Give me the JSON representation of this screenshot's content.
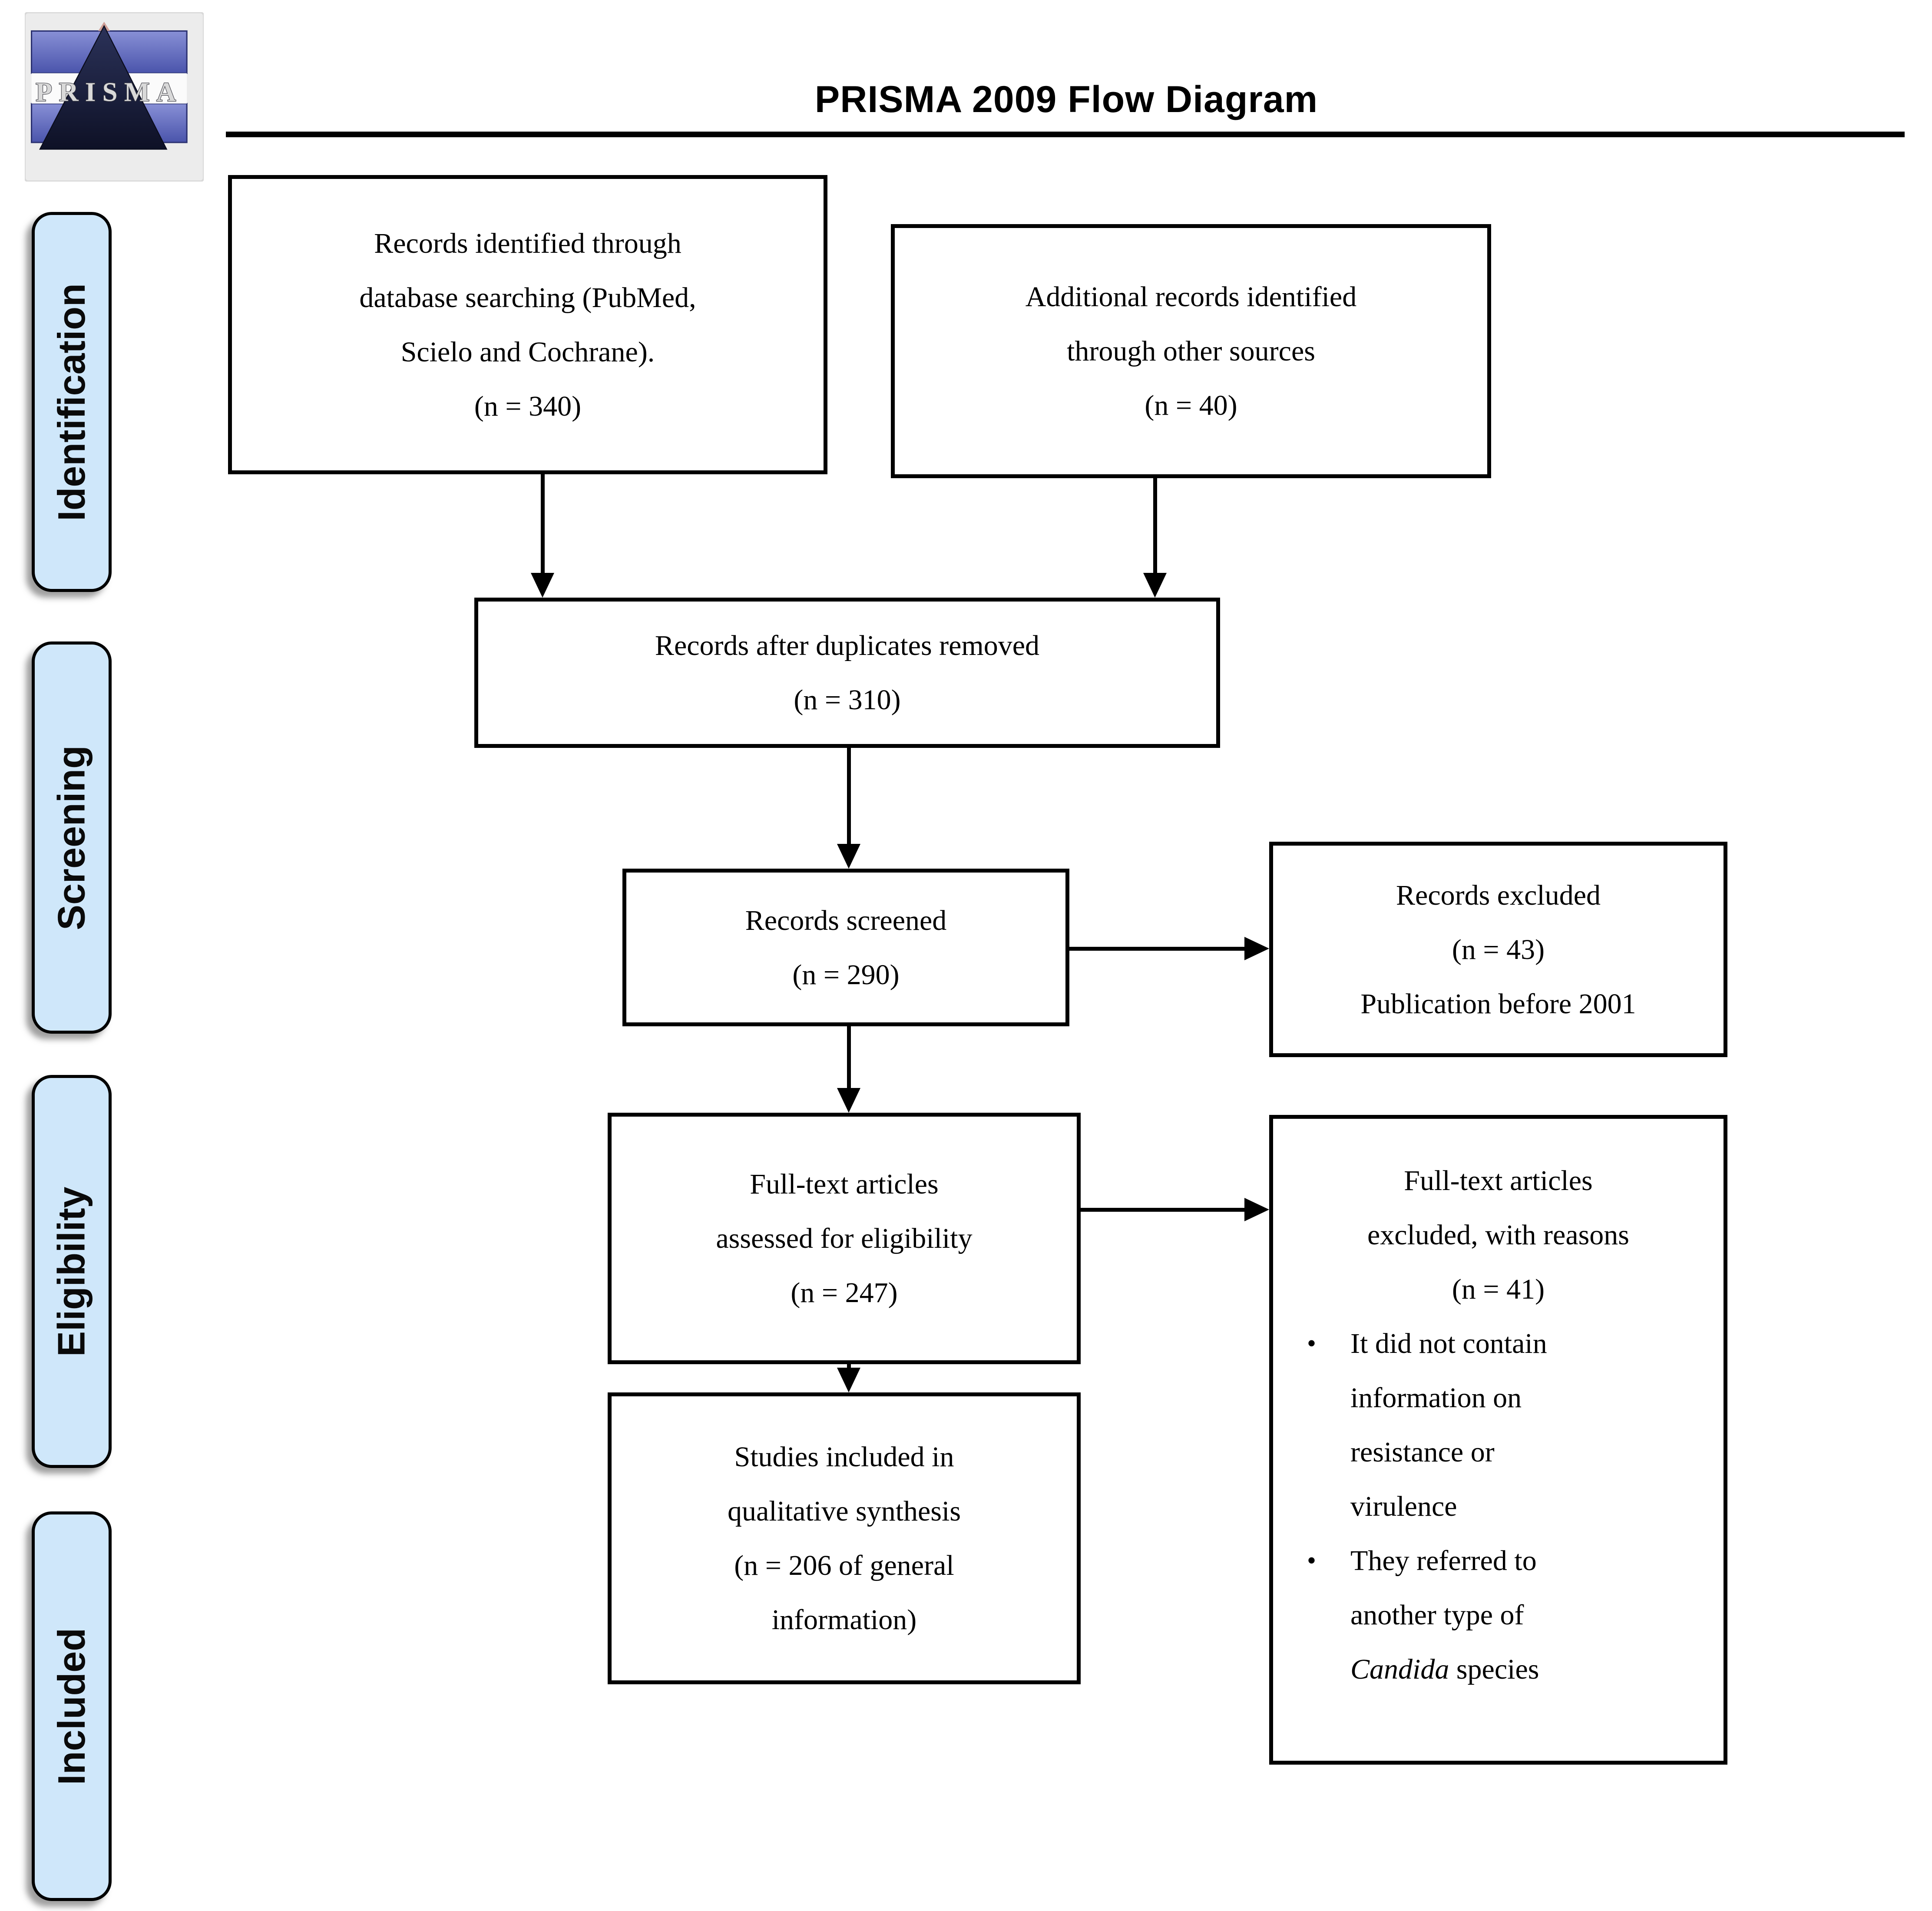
{
  "title": "PRISMA 2009 Flow Diagram",
  "logo": {
    "text": "PRISMA"
  },
  "stages": [
    {
      "label": "Identification"
    },
    {
      "label": "Screening"
    },
    {
      "label": "Eligibility"
    },
    {
      "label": "Included"
    }
  ],
  "boxes": {
    "identified": {
      "lines": [
        "Records identified through",
        "database searching (PubMed,",
        "Scielo and Cochrane).",
        "(n = 340)"
      ]
    },
    "additional": {
      "lines": [
        "Additional records identified",
        "through other sources",
        "(n = 40)"
      ]
    },
    "duplicates_removed": {
      "lines": [
        "Records after duplicates removed",
        "(n = 310)"
      ]
    },
    "screened": {
      "lines": [
        "Records screened",
        "(n = 290)"
      ]
    },
    "records_excluded": {
      "lines": [
        "Records excluded",
        "(n = 43)",
        "Publication before 2001"
      ]
    },
    "fulltext_assessed": {
      "lines": [
        "Full-text articles",
        "assessed for eligibility",
        "(n = 247)"
      ]
    },
    "fulltext_excluded": {
      "heading_lines": [
        "Full-text articles",
        "excluded, with reasons",
        "(n = 41)"
      ],
      "bullet_char": "•",
      "bullets": [
        {
          "lines": [
            "It did not contain",
            "information on",
            "resistance or",
            "virulence"
          ]
        },
        {
          "lines": [
            "They referred to",
            "another type of"
          ],
          "italic_word": "Candida",
          "tail": " species"
        }
      ]
    },
    "included_synthesis": {
      "lines": [
        "Studies included in",
        "qualitative synthesis",
        "(n = 206 of general",
        "information)"
      ]
    }
  },
  "colors": {
    "text_color": "#000000",
    "box_border": "#000000",
    "sidebar_fill": "#cfe7fa",
    "logo_bg": "#ececec",
    "logo_bar_blue_light": "#8890d6",
    "logo_bar_blue": "#4a54ab",
    "logo_triangle_light": "#2b3259",
    "logo_triangle_dark": "#0e1126",
    "logo_text": "#d9d9d9"
  }
}
